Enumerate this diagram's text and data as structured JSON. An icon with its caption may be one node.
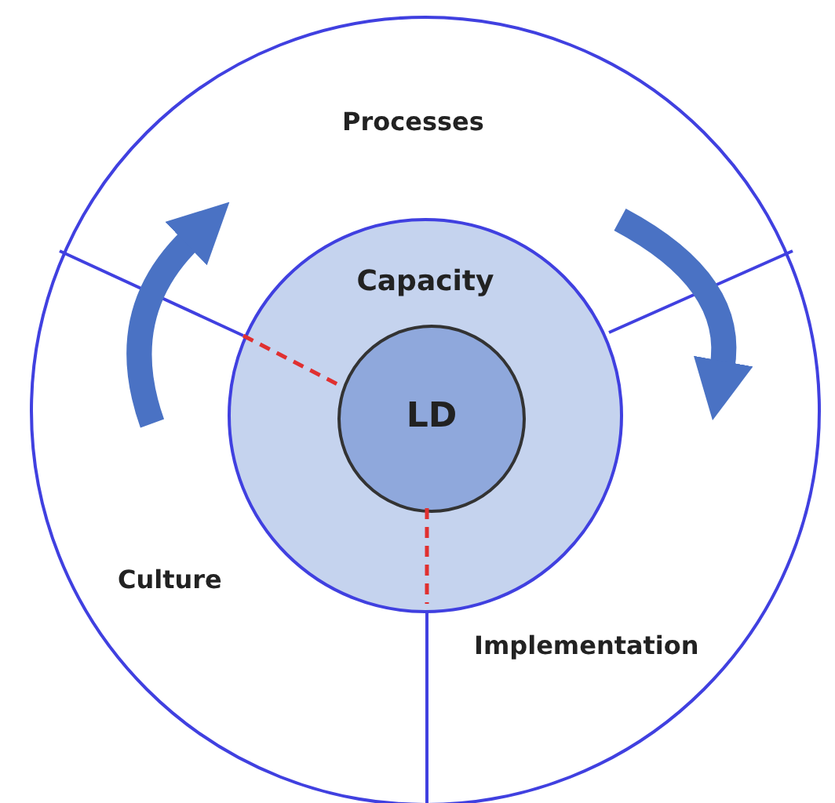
{
  "diagram": {
    "nodes": [
      {
        "text": [
          "Capacity"
        ]
      },
      {
        "text": [
          "LD"
        ],
        "in": 0
      }
    ],
    "edges": [],
    "labels": [
      "Processes",
      "Culture",
      "Implementation"
    ]
  }
}
